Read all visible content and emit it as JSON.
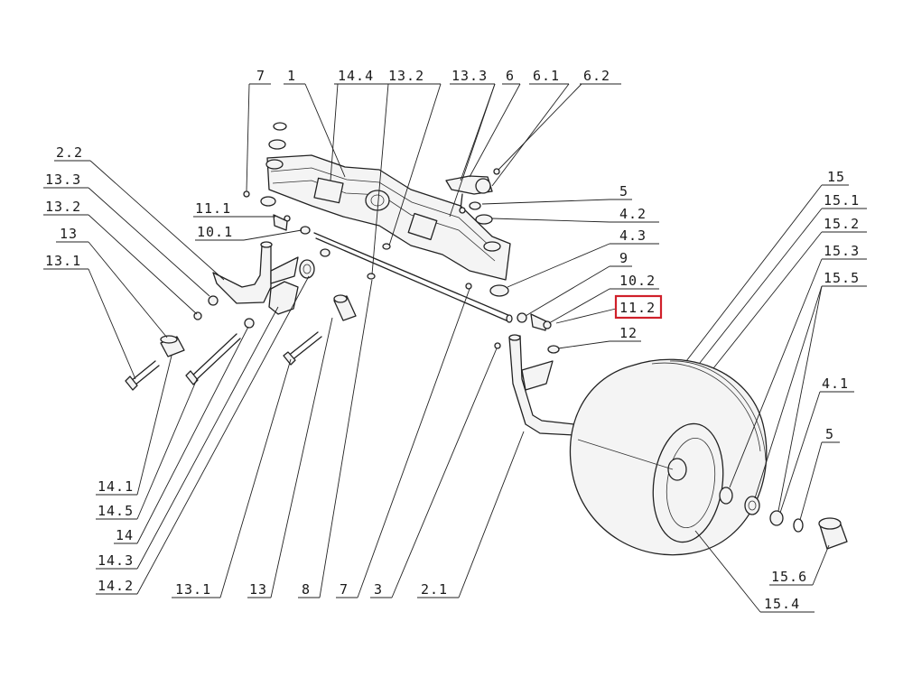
{
  "colors": {
    "line": "#222222",
    "highlight": "#d0202a",
    "background": "#ffffff"
  },
  "labels": {
    "l7_top": "7",
    "l1": "1",
    "l14_4": "14.4",
    "l13_2_top": "13.2",
    "l13_3_top": "13.3",
    "l6": "6",
    "l6_1": "6.1",
    "l6_2": "6.2",
    "l2_2": "2.2",
    "l13_3_left": "13.3",
    "l13_2_left": "13.2",
    "l13_left": "13",
    "l13_1_left": "13.1",
    "l11_1": "11.1",
    "l10_1": "10.1",
    "l5_right": "5",
    "l4_2": "4.2",
    "l4_3": "4.3",
    "l9": "9",
    "l10_2": "10.2",
    "l11_2": "11.2",
    "l12": "12",
    "l15": "15",
    "l15_1": "15.1",
    "l15_2": "15.2",
    "l15_3": "15.3",
    "l15_5": "15.5",
    "l4_1": "4.1",
    "l5_lower": "5",
    "l15_6": "15.6",
    "l15_4": "15.4",
    "l14_1": "14.1",
    "l14_5": "14.5",
    "l14": "14",
    "l14_3": "14.3",
    "l14_2": "14.2",
    "l13_1_bottom": "13.1",
    "l13_bottom": "13",
    "l8": "8",
    "l7_bottom": "7",
    "l3": "3",
    "l2_1": "2.1"
  }
}
